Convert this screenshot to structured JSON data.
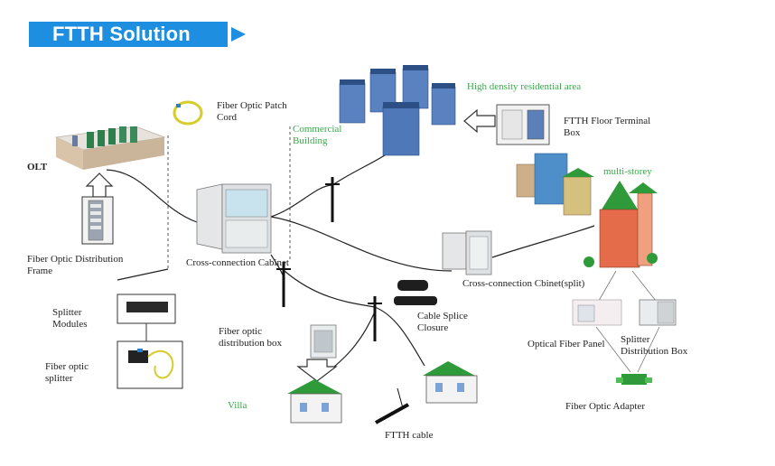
{
  "title": "FTTH Solution",
  "labels": {
    "olt": "OLT",
    "odf_line1": "Fiber Optic Distribution",
    "odf_line2": "Frame",
    "patch_line1": "Fiber Optic Patch",
    "patch_line2": "Cord",
    "commercial_line1": "Commercial",
    "commercial_line2": "Building",
    "high_density": "High density residential area",
    "floor_box_line1": "FTTH Floor Terminal",
    "floor_box_line2": "Box",
    "multi_storey": "multi-storey",
    "cross_cabinet": "Cross-connection Cabinet",
    "cross_cabinet_split": "Cross-connection Cbinet(split)",
    "splitter_modules_line1": "Splitter",
    "splitter_modules_line2": "Modules",
    "fiber_splitter_line1": "Fiber optic",
    "fiber_splitter_line2": "splitter",
    "dist_box_line1": "Fiber optic",
    "dist_box_line2": "distribution box",
    "splice_line1": "Cable Splice",
    "splice_line2": "Closure",
    "villa": "Villa",
    "ftth_cable": "FTTH cable",
    "optical_panel": "Optical Fiber Panel",
    "splitter_dist_line1": "Splitter",
    "splitter_dist_line2": "Distribution Box",
    "adapter": "Fiber Optic Adapter"
  },
  "colors": {
    "banner": "#1e8fe0",
    "green_text": "#3aa84a",
    "roof_green": "#2e9a3a",
    "building_blue": "#5a82c0",
    "cabinet_grey": "#cfd3d6",
    "cable": "#222222"
  }
}
